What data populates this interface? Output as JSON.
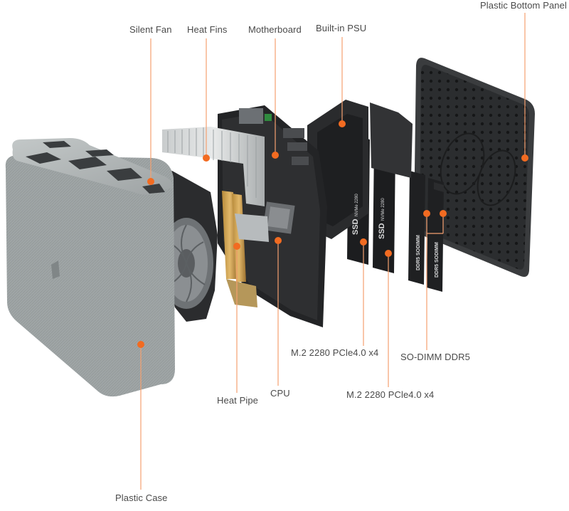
{
  "labels": {
    "silent_fan": "Silent Fan",
    "heat_fins": "Heat Fins",
    "motherboard": "Motherboard",
    "psu": "Built-in PSU",
    "bottom_panel": "Plastic Bottom Panel",
    "m2_slot_1": "M.2 2280 PCle4.0 x4",
    "sodimm": "SO-DIMM DDR5",
    "m2_slot_2": "M.2 2280 PCle4.0 x4",
    "heat_pipe": "Heat Pipe",
    "cpu": "CPU",
    "plastic_case": "Plastic Case"
  },
  "component_text": {
    "ssd_1": "SSD",
    "ssd_1_sub": "NVMe 2280",
    "ssd_2": "SSD",
    "ssd_2_sub": "NVMe 2280",
    "ram_1": "DDR5 SODIMM",
    "ram_2": "DDR5 SODIMM"
  },
  "colors": {
    "accent": "#f26b21",
    "leader": "#f5a070",
    "label_text": "#4a4a4a"
  }
}
